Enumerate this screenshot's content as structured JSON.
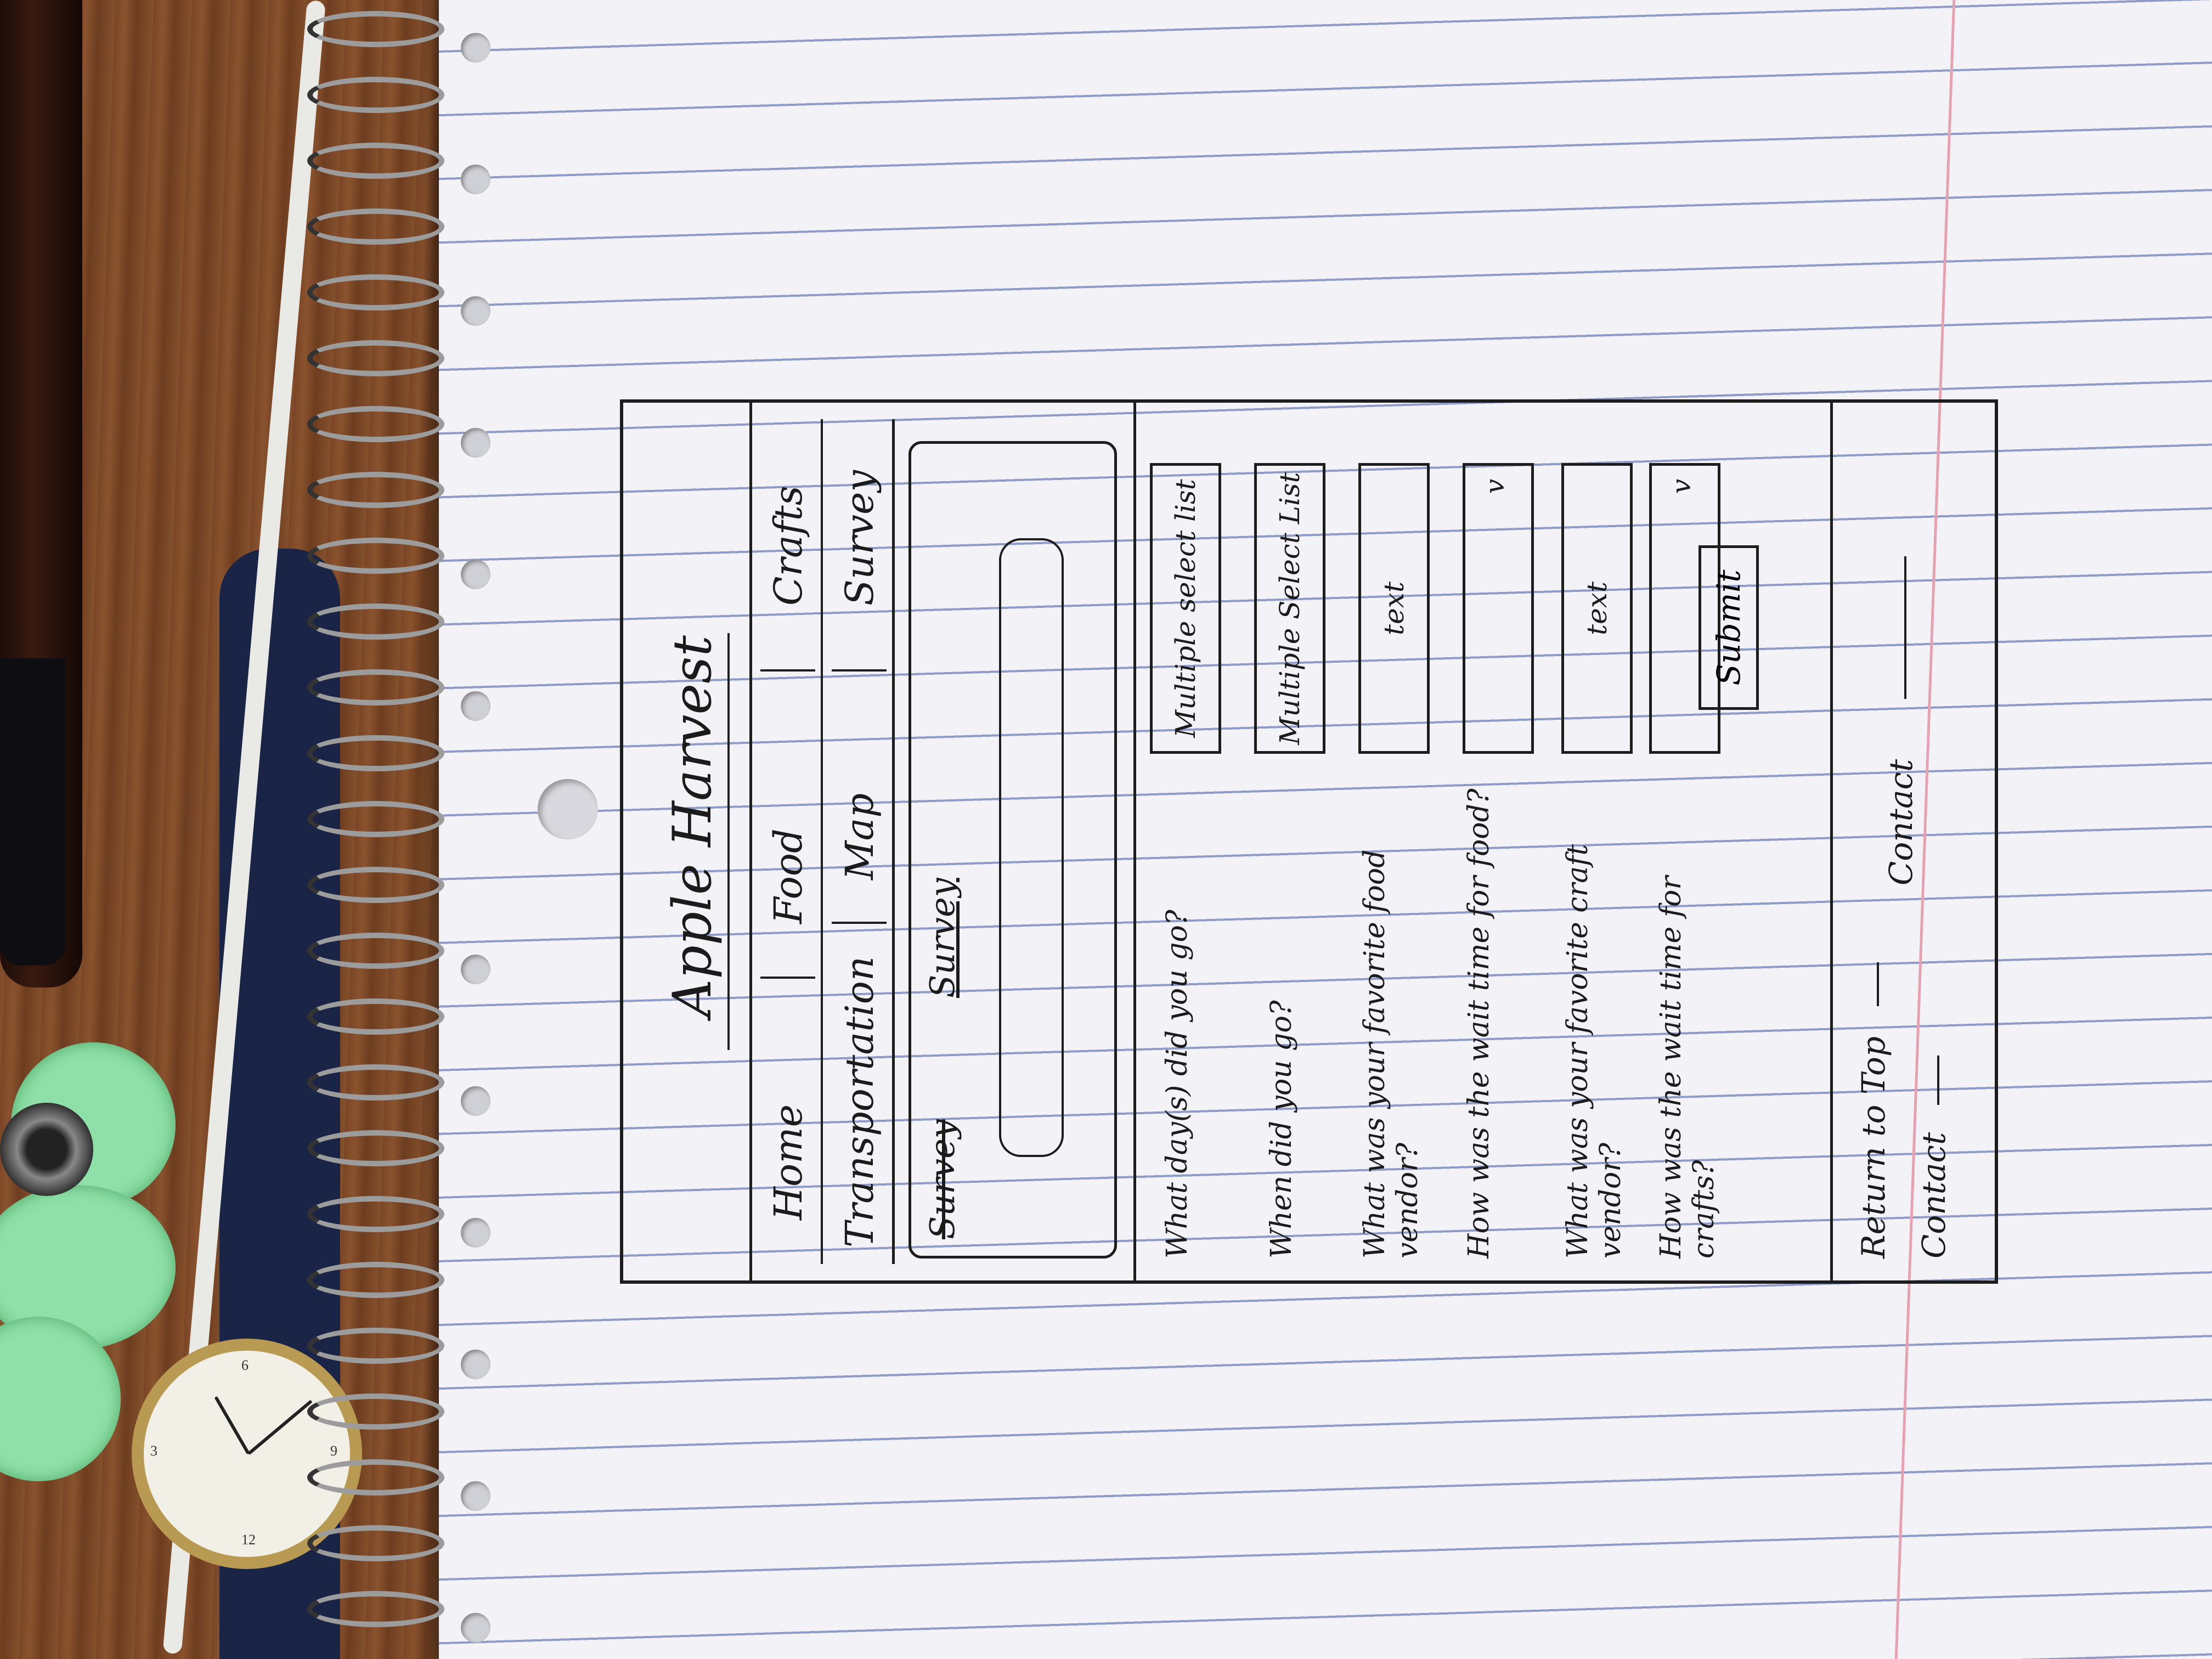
{
  "site": {
    "title": "Apple Harvest"
  },
  "nav": {
    "row1": [
      "Home",
      "Food",
      "Crafts"
    ],
    "row2": [
      "Transportation",
      "Map",
      "Survey"
    ]
  },
  "survey_panel": {
    "heading": "Survey",
    "scribble": "Survey"
  },
  "form": {
    "questions": [
      {
        "label": "What day(s) did you go?",
        "control": "Multiple select list",
        "kind": "multiselect"
      },
      {
        "label": "When did you go?",
        "control": "Multiple Select List",
        "kind": "multiselect"
      },
      {
        "label": "What was your favorite food vendor?",
        "control": "text",
        "kind": "text"
      },
      {
        "label": "How was the wait time for food?",
        "control": "",
        "kind": "dropdown",
        "chevron": "v"
      },
      {
        "label": "What was your favorite craft vendor?",
        "control": "text",
        "kind": "text"
      },
      {
        "label": "How was the wait time for crafts?",
        "control": "",
        "kind": "dropdown",
        "chevron": "v"
      }
    ],
    "submit_label": "Submit"
  },
  "footer": {
    "return_to_top": "Return to Top",
    "contact": "Contact",
    "contact_alt": "Contact"
  },
  "icons": {
    "dropdown": "chevron-down-icon"
  },
  "colors": {
    "ink": "#1b1b1b",
    "paper": "#f3f2f7",
    "rule": "#8f9cc9",
    "margin": "#e6a2b0"
  }
}
